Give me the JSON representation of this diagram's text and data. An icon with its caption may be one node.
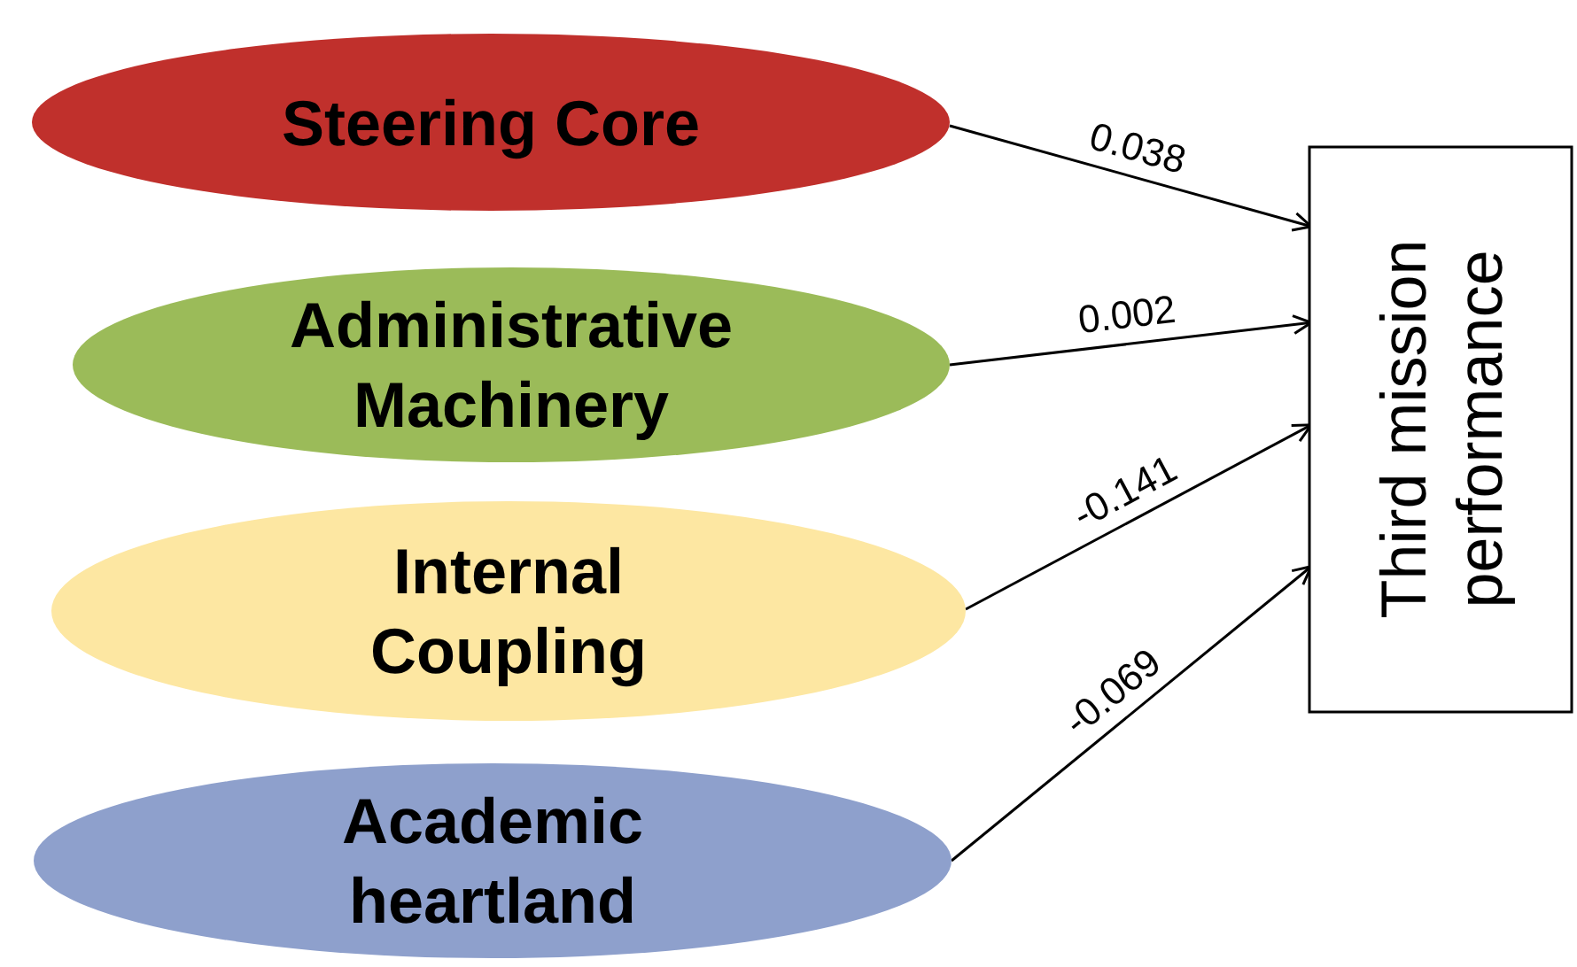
{
  "diagram": {
    "nodes": [
      {
        "text": [
          "Steering Core"
        ]
      },
      {
        "text": [
          "Administrative Machinery"
        ]
      },
      {
        "text": [
          "Internal Coupling"
        ]
      },
      {
        "text": [
          "Academic heartland"
        ]
      },
      {
        "text": [
          "Third mission performance"
        ]
      }
    ],
    "edges": [
      {
        "from": 0,
        "to": 4,
        "arrow": "to",
        "label": "0.038"
      },
      {
        "from": 1,
        "to": 4,
        "arrow": "to",
        "label": "0.002"
      },
      {
        "from": 2,
        "to": 4,
        "arrow": "to",
        "label": "-0.141"
      },
      {
        "from": 3,
        "to": 4,
        "arrow": "to",
        "label": "-0.069"
      }
    ]
  }
}
